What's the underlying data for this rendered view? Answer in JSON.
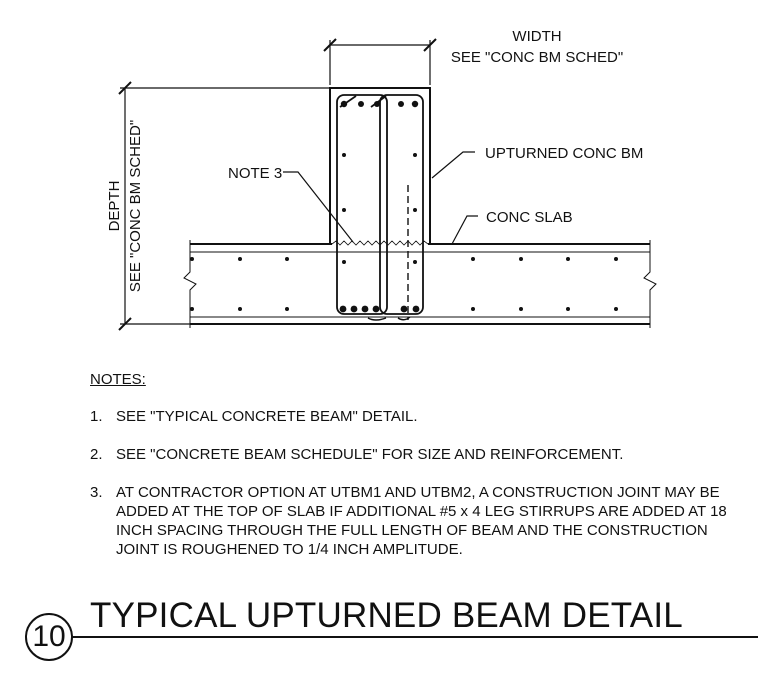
{
  "labels": {
    "width": "WIDTH",
    "width_ref": "SEE \"CONC BM SCHED\"",
    "depth": "DEPTH",
    "depth_ref": "SEE \"CONC BM SCHED\"",
    "note3": "NOTE 3",
    "upturned": "UPTURNED CONC BM",
    "slab": "CONC SLAB"
  },
  "notes": {
    "title": "NOTES:",
    "items": [
      {
        "num": "1.",
        "text": "SEE  \"TYPICAL CONCRETE BEAM\" DETAIL."
      },
      {
        "num": "2.",
        "text": "SEE \"CONCRETE BEAM SCHEDULE\" FOR SIZE AND REINFORCEMENT."
      },
      {
        "num": "3.",
        "text": "AT CONTRACTOR OPTION AT UTBM1 AND UTBM2, A CONSTRUCTION JOINT MAY BE ADDED AT THE TOP OF SLAB IF ADDITIONAL #5 x 4 LEG STIRRUPS ARE ADDED AT 18 INCH SPACING THROUGH THE FULL LENGTH OF BEAM AND THE CONSTRUCTION JOINT IS ROUGHENED TO 1/4 INCH AMPLITUDE."
      }
    ]
  },
  "detail": {
    "number": "10",
    "title": "TYPICAL UPTURNED BEAM DETAIL"
  }
}
